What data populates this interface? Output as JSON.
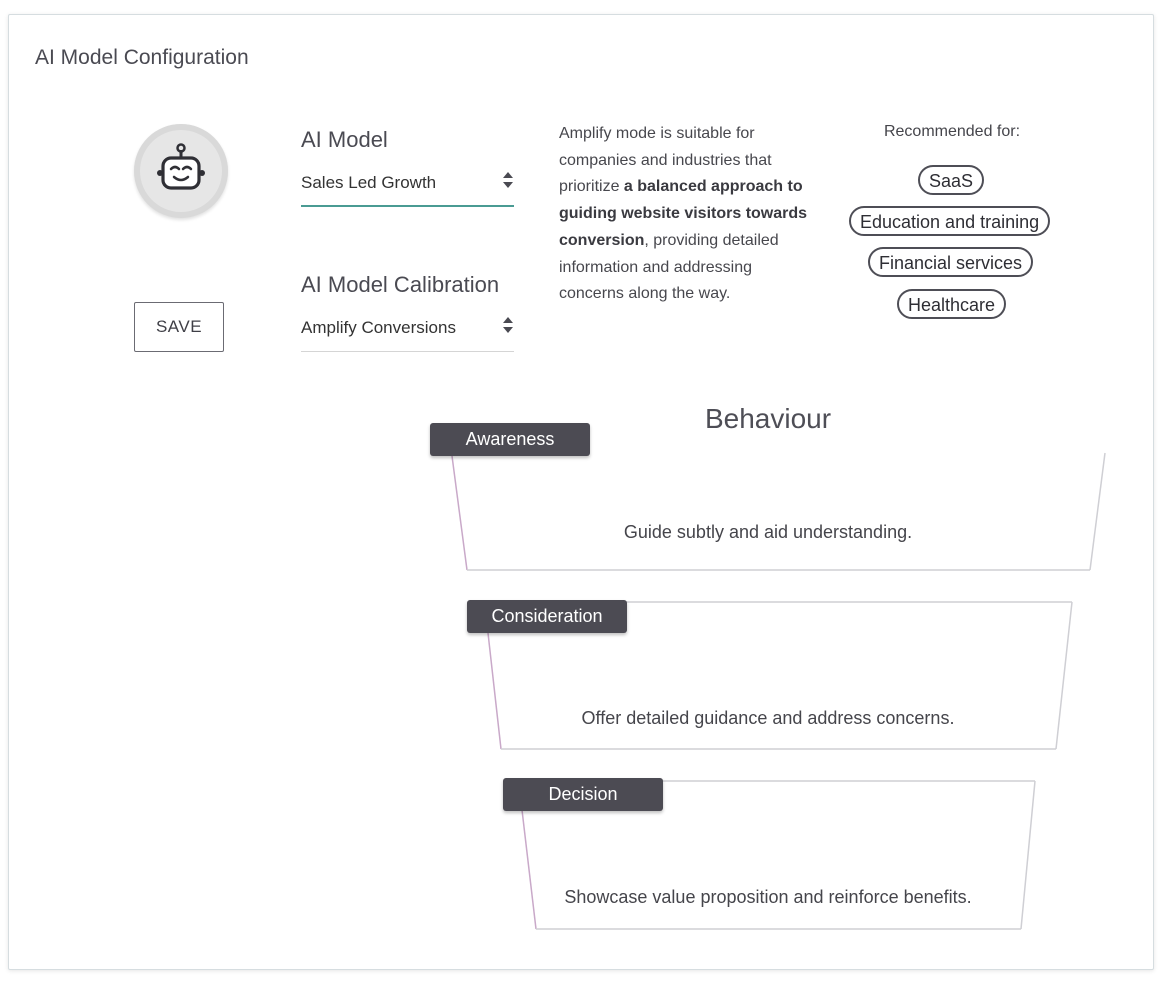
{
  "page": {
    "title": "AI Model Configuration"
  },
  "avatar": {
    "icon": "robot-face-icon"
  },
  "actions": {
    "save_label": "SAVE"
  },
  "model": {
    "label": "AI Model",
    "value": "Sales Led Growth"
  },
  "calibration": {
    "label": "AI Model Calibration",
    "value": "Amplify Conversions"
  },
  "description": {
    "part1": "Amplify mode is suitable for companies and industries that prioritize ",
    "bold": "a balanced approach to guiding website visitors towards conversion",
    "part2": ", providing detailed information and addressing concerns along the way."
  },
  "recommended": {
    "title": "Recommended for:",
    "tags": [
      "SaaS",
      "Education and training",
      "Financial services",
      "Healthcare"
    ]
  },
  "behaviour": {
    "title": "Behaviour",
    "stages": [
      {
        "label": "Awareness",
        "text": "Guide subtly and aid understanding."
      },
      {
        "label": "Consideration",
        "text": "Offer detailed guidance and address concerns."
      },
      {
        "label": "Decision",
        "text": "Showcase value proposition and reinforce benefits."
      }
    ]
  },
  "colors": {
    "accent_underline": "#4a9b93",
    "stage_label_bg": "#4c4b53",
    "funnel_line": "#cfcfd4",
    "funnel_left_line": "#c9a9c9"
  }
}
